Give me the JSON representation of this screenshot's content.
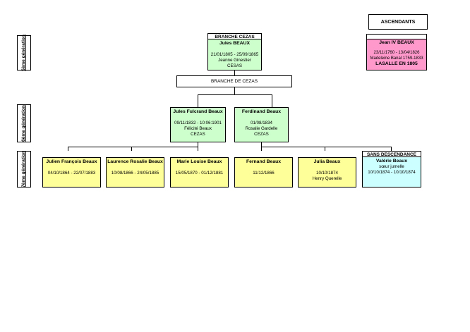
{
  "ascendants_label": "ASCENDANTS",
  "ascendant": {
    "name": "Jean IV BEAUX",
    "dates": "23/11/1760 - 13/04/1826",
    "spouse": "Madeleine Banal 1759-1833",
    "place": "LASALLE EN 1805"
  },
  "generations": {
    "gen5": "5ème génération",
    "gen6": "6ème génération",
    "gen7": "7ème génération"
  },
  "gen5_person": {
    "header": "BRANCHE CEZAS",
    "name": "Jules BEAUX",
    "dates": "21/01/1805 - 25/09/1865",
    "spouse": "Jeanne Ginestier",
    "place": "CESAS"
  },
  "branch_bar": "BRANCHE DE CEZAS",
  "gen6": [
    {
      "name": "Jules Fulcrand Beaux",
      "dates": "09/11/1832 - 10:06:1901",
      "spouse": "Félicité Beaux",
      "place": "CEZAS"
    },
    {
      "name": "Ferdinand Beaux",
      "dates": "01/08/1834",
      "spouse": "Rosalie Gardelle",
      "place": "CEZAS"
    }
  ],
  "gen7": [
    {
      "name": "Julien François Beaux",
      "dates": "04/10/1864 - 22/07/1883",
      "spouse": ""
    },
    {
      "name": "Laurence Rosalie Beaux",
      "dates": "10/08/1866 - 24/05/1885",
      "spouse": ""
    },
    {
      "name": "Marie Louise Beaux",
      "dates": "15/05/1870 - 01/12/1881",
      "spouse": ""
    },
    {
      "name": "Fernand Beaux",
      "dates": "11/12/1866",
      "spouse": ""
    },
    {
      "name": "Julia Beaux",
      "dates": "10/10/1874",
      "spouse": "Henry Querelle"
    }
  ],
  "gen7_special": {
    "header": "SANS DESCENDANCE",
    "name": "Valérie Beaux",
    "note": "sœur jumelle",
    "dates": "10/10/1874 - 10/10/1874"
  },
  "colors": {
    "gen5_6": "#ccffcc",
    "gen7": "#ffff99",
    "no_descendants": "#ccffff",
    "ascendant": "#ff99cc"
  }
}
